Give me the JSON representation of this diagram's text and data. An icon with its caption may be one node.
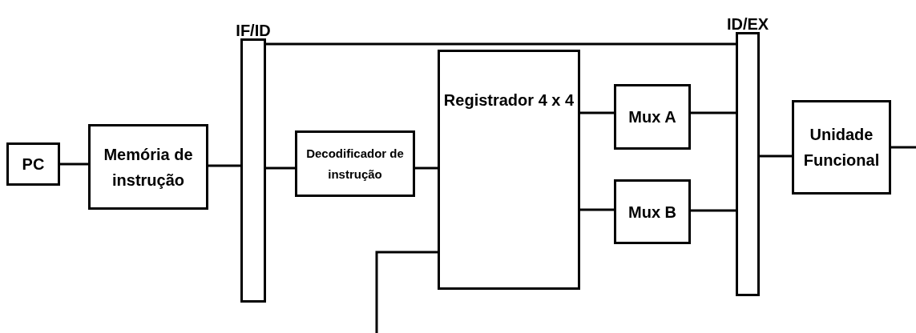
{
  "diagram": {
    "nodes": [
      {
        "text": [
          "PC"
        ]
      },
      {
        "text": [
          "Memória de instrução"
        ]
      },
      {
        "text": [
          "IF/ID"
        ]
      },
      {
        "text": [
          "Decodificador de instrução"
        ]
      },
      {
        "text": [
          "Registrador 4 x 4"
        ]
      },
      {
        "text": [
          "Mux A"
        ]
      },
      {
        "text": [
          "Mux B"
        ]
      },
      {
        "text": [
          "ID/EX"
        ]
      },
      {
        "text": [
          "Unidade Funcional"
        ]
      }
    ],
    "edges": [
      {
        "from": 0,
        "to": 1,
        "arrow": "none"
      },
      {
        "from": 1,
        "to": 2,
        "arrow": "none"
      },
      {
        "from": 2,
        "to": 3,
        "arrow": "none"
      },
      {
        "from": 3,
        "to": 4,
        "arrow": "none"
      },
      {
        "from": 2,
        "to": 7,
        "arrow": "none"
      },
      {
        "from": 4,
        "to": 5,
        "arrow": "none"
      },
      {
        "from": 4,
        "to": 6,
        "arrow": "none"
      },
      {
        "from": 5,
        "to": 7,
        "arrow": "none"
      },
      {
        "from": 6,
        "to": 7,
        "arrow": "none"
      },
      {
        "from": 7,
        "to": 8,
        "arrow": "none"
      },
      {
        "from": 8,
        "to": null,
        "arrow": "none"
      },
      {
        "from": null,
        "to": 4,
        "arrow": "none"
      }
    ]
  }
}
